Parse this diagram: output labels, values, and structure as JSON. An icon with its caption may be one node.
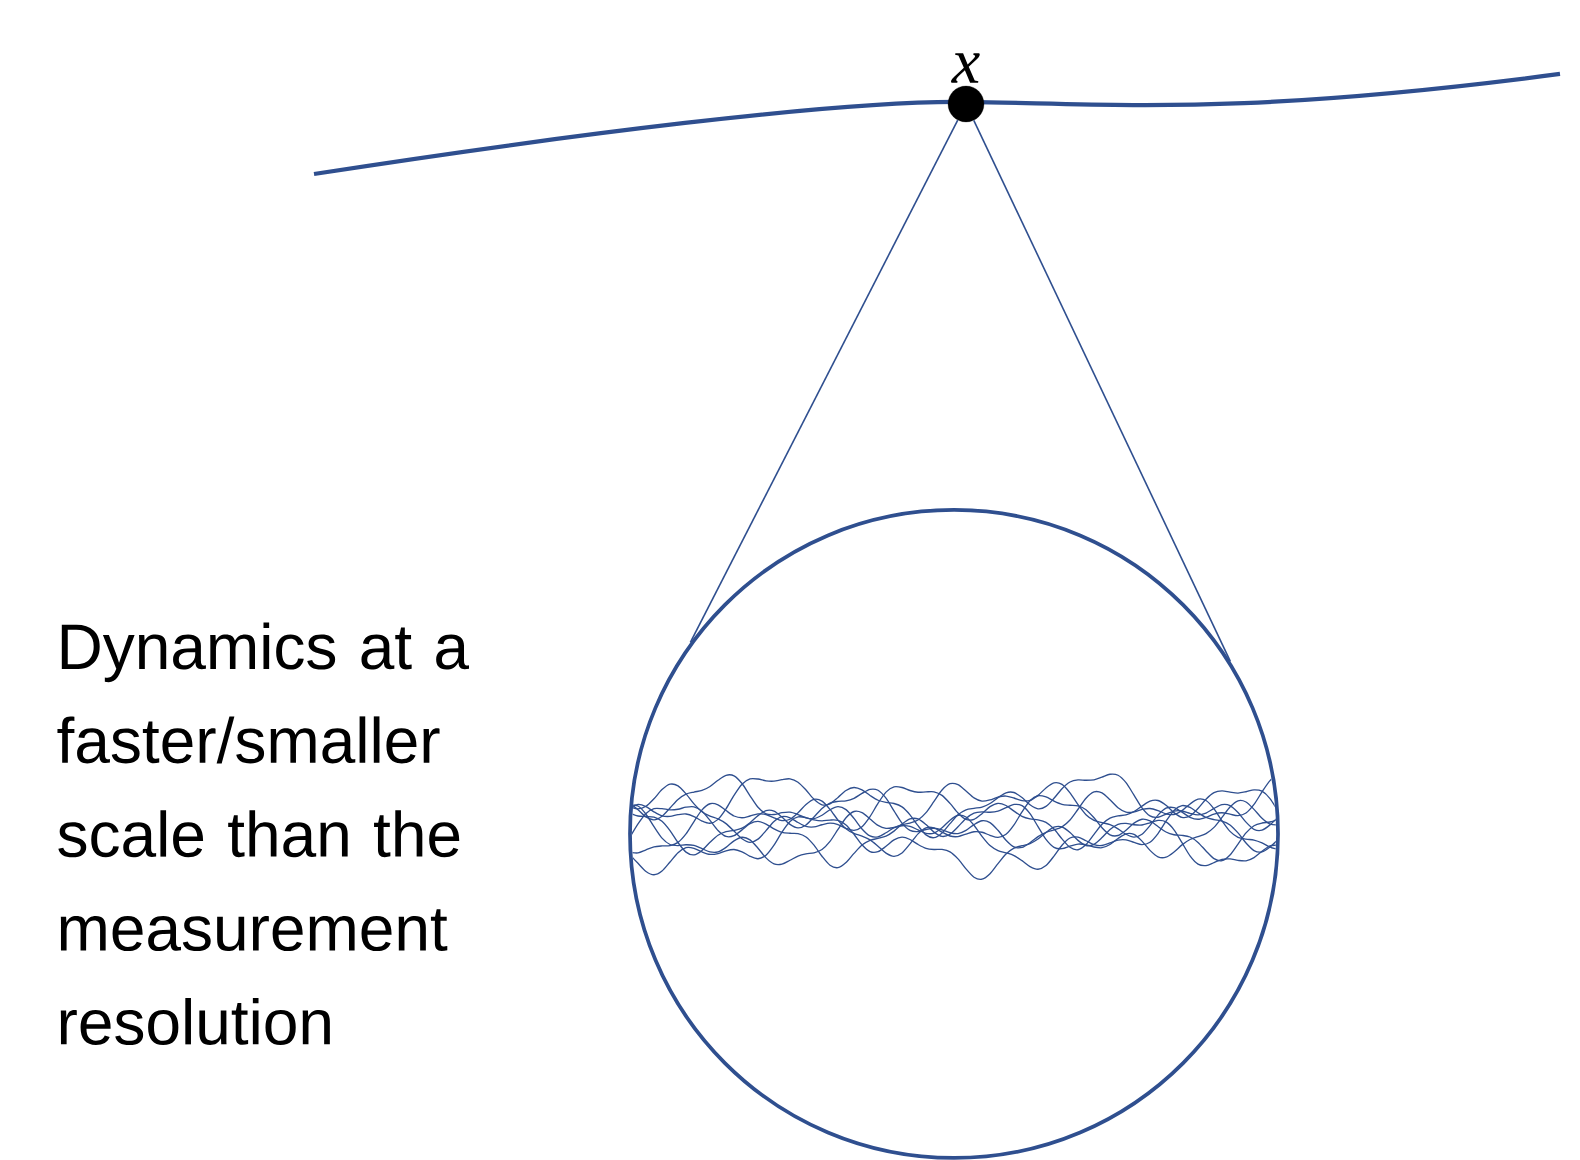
{
  "diagram": {
    "nodes": [
      {
        "text": [],
        "shape": "circle",
        "beside": [
          "x"
        ]
      },
      {
        "text": [],
        "shape": "circle",
        "beside": [
          "Dynamics at a faster/smaller scale than the measurement resolution"
        ]
      }
    ],
    "edges": [
      {
        "from": 0,
        "to": 1,
        "arrow": "none"
      },
      {
        "from": 0,
        "to": 1,
        "arrow": "none"
      }
    ]
  }
}
